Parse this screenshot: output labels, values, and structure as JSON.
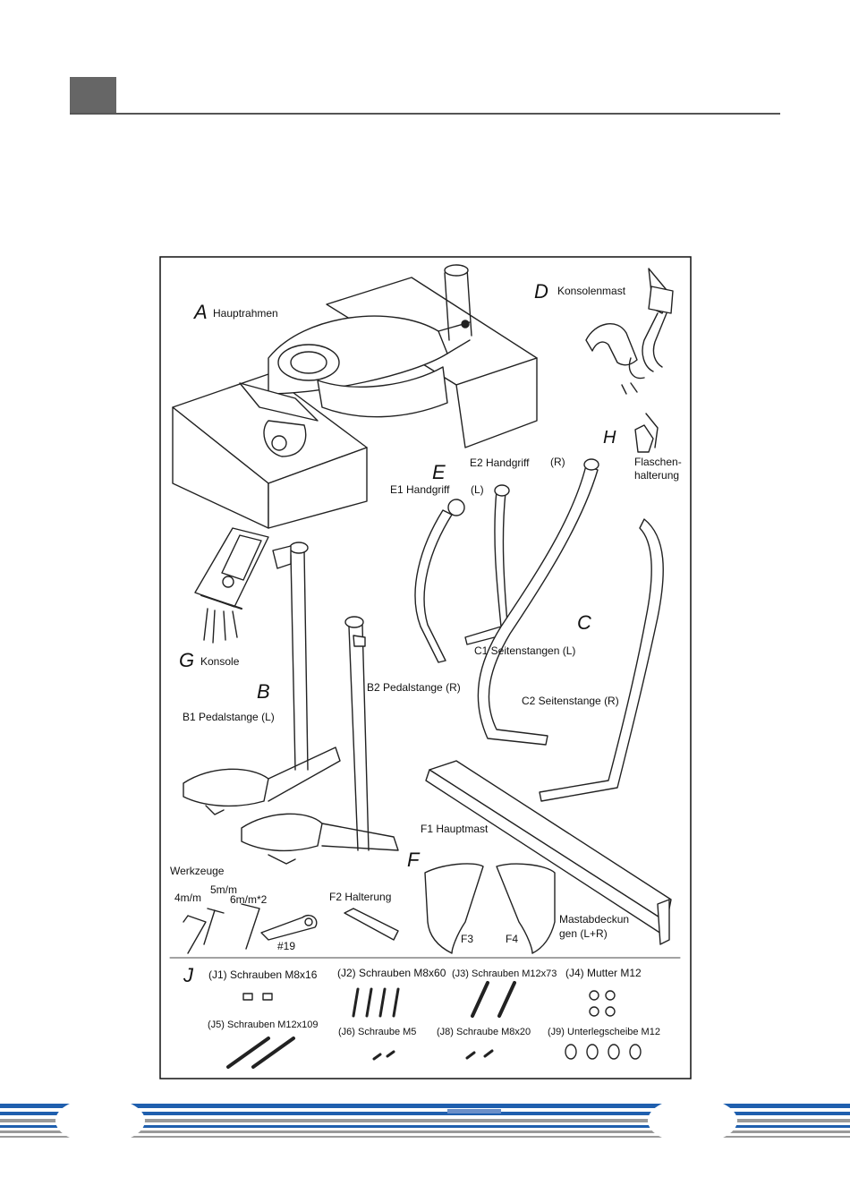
{
  "labels": {
    "A_letter": "A",
    "A_name": "Hauptrahmen",
    "D_letter": "D",
    "D_name": "Konsolenmast",
    "E_letter": "E",
    "E2_name": "E2  Handgriff",
    "E2_side": "(R)",
    "E1_name": "E1  Handgriff",
    "E1_side": "(L)",
    "H_letter": "H",
    "H_name1": "Flaschen-",
    "H_name2": "halterung",
    "C_letter": "C",
    "C1_name": "C1  Seitenstangen (L)",
    "C2_name": "C2  Seitenstange (R)",
    "G_letter": "G",
    "G_name": "Konsole",
    "B_letter": "B",
    "B1_name": "B1 Pedalstange (L)",
    "B2_name": "B2  Pedalstange (R)",
    "F_letter": "F",
    "F1_name": "F1 Hauptmast",
    "F2_name": "F2  Halterung",
    "F3_name": "F3",
    "F4_name": "F4",
    "mast_cover1": "Mastabdeckun",
    "mast_cover2": "gen (L+R)",
    "tools_title": "Werkzeuge",
    "tool_4mm": "4m/m",
    "tool_5mm": "5m/m",
    "tool_6mm": "6m/m*2",
    "tool_19": "#19",
    "J_letter": "J",
    "J1": "(J1) Schrauben M8x16",
    "J2": "(J2) Schrauben M8x60",
    "J3": "(J3)  Schrauben M12x73",
    "J4": "(J4) Mutter M12",
    "J5": "(J5) Schrauben M12x109",
    "J6": "(J6) Schraube M5",
    "J8": "(J8) Schraube M8x20",
    "J9": "(J9)  Unterlegscheibe M12"
  },
  "colors": {
    "header_square": "#666666",
    "footer_blue": "#1f5fae",
    "footer_gray": "#9a9a9a"
  }
}
